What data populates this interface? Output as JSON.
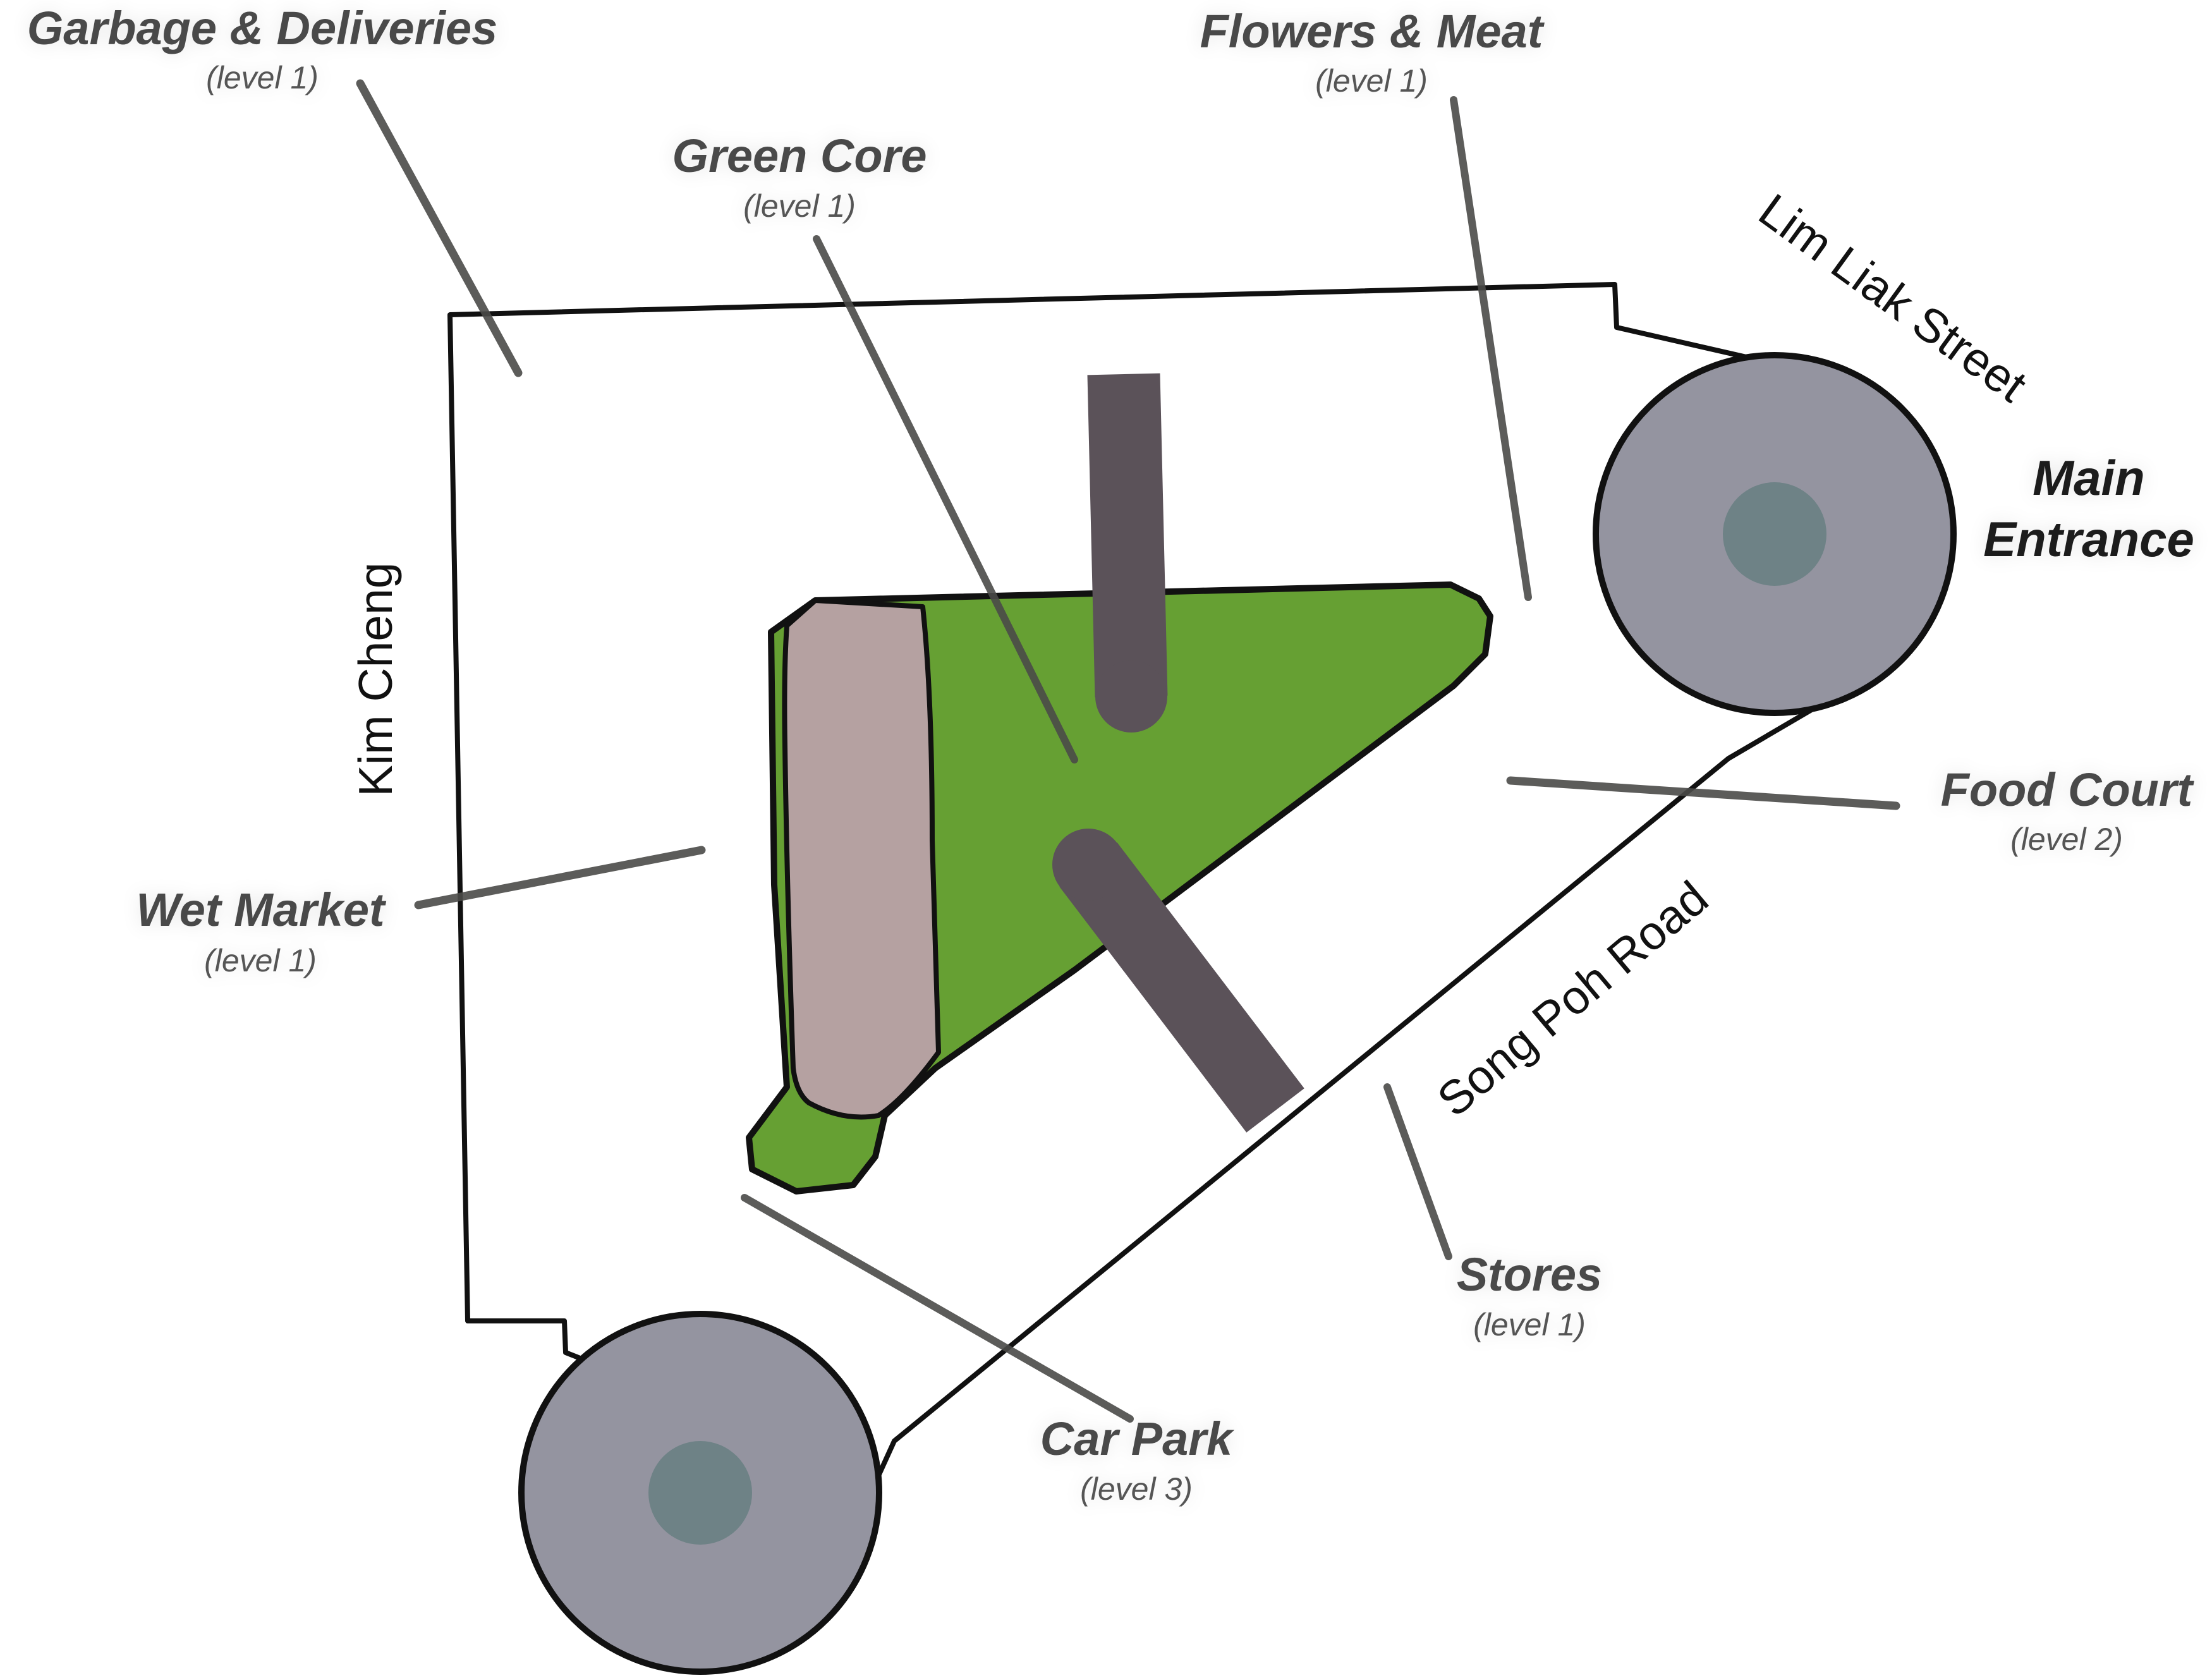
{
  "streets": {
    "kim_cheng": "Kim Cheng",
    "lim_liak": "Lim Liak Street",
    "song_poh": "Song Poh Road"
  },
  "labels": {
    "garbage": {
      "title": "Garbage & Deliveries",
      "level": "(level 1)"
    },
    "flowers": {
      "title": "Flowers & Meat",
      "level": "(level 1)"
    },
    "green_core": {
      "title": "Green Core",
      "level": "(level 1)"
    },
    "main_entrance": {
      "line1": "Main",
      "line2": "Entrance"
    },
    "food_court": {
      "title": "Food Court",
      "level": "(level 2)"
    },
    "wet_market": {
      "title": "Wet Market",
      "level": "(level 1)"
    },
    "stores": {
      "title": "Stores",
      "level": "(level 1)"
    },
    "car_park": {
      "title": "Car Park",
      "level": "(level 3)"
    }
  },
  "colors": {
    "green_core": "#66a033",
    "wet_market_block": "#b5a1a1",
    "ramp": "#5b5259",
    "car_park_circle": "#9494a0",
    "car_park_center": "#6e8286",
    "leader": "#4a4a48"
  }
}
